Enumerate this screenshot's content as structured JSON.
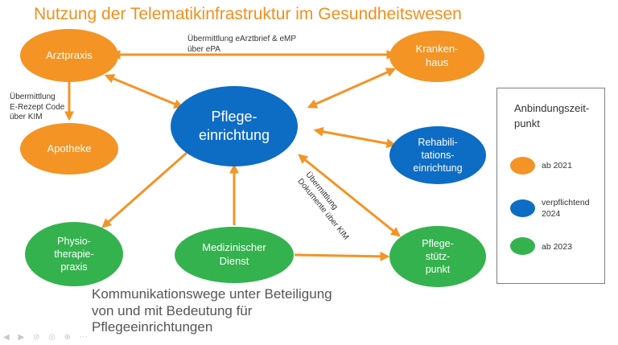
{
  "title": "Nutzung der Telematikinfrastruktur im Gesundheitswesen",
  "nodes": {
    "arztpraxis": "Arztpraxis",
    "krankenhaus": "Kranken-\nhaus",
    "pflegeeinrichtung": "Pflege-\neinrichtung",
    "apotheke": "Apotheke",
    "rehabilitation": "Rehabili-\ntations-\neinrichtung",
    "physiotherapie": "Physio-\ntherapie-\npraxis",
    "medizinischer_dienst": "Medizinischer\nDienst",
    "pflegestuetzpunkt": "Pflege-\nstütz-\npunkt"
  },
  "edge_labels": {
    "earztbrief": "Übermittlung eArztbrief & eMP\nüber ePA",
    "erezept": "Übermittlung\nE-Rezept Code\nüber KIM",
    "dokumente": "Übermittlung\nDokumente über KIM"
  },
  "caption": "Kommunikationswege unter Beteiligung von und mit Bedeutung für Pflegeeinrichtungen",
  "legend": {
    "title": "Anbindungszeit-\npunkt",
    "items": [
      {
        "label": "ab 2021",
        "color": "#F39425"
      },
      {
        "label": "verpflichtend\n2024",
        "color": "#0D6CC4"
      },
      {
        "label": "ab 2023",
        "color": "#34B24E"
      }
    ]
  },
  "colors": {
    "orange": "#F39425",
    "blue": "#0D6CC4",
    "green": "#34B24E",
    "arrow": "#F39425",
    "title": "#F0901E"
  },
  "icons": [
    "toolbar-icons"
  ]
}
